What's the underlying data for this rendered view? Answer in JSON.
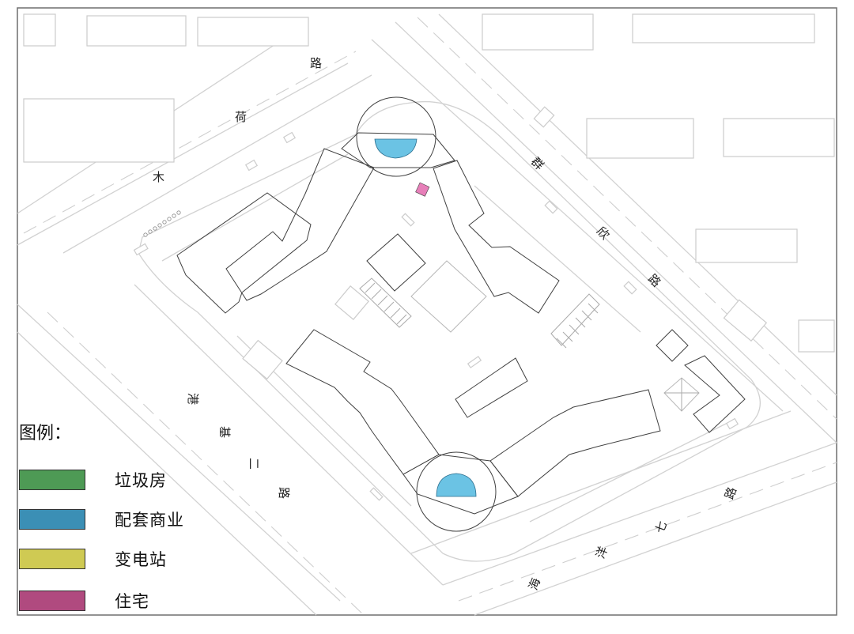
{
  "roads": {
    "muhe": "木荷路",
    "qunxin": "群欣路",
    "haiyangqi": "海洋七路",
    "gangji_er": "港基二路"
  },
  "legend": {
    "title": "图例：",
    "items": [
      {
        "label": "垃圾房",
        "color": "#4e9a55"
      },
      {
        "label": "配套商业",
        "color": "#3b8fb5"
      },
      {
        "label": "变电站",
        "color": "#cfca53"
      },
      {
        "label": "住宅",
        "color": "#b04a7f"
      }
    ]
  },
  "colors": {
    "commercial_light": "#6bc3e4",
    "pink_marker": "#e77fb9"
  }
}
